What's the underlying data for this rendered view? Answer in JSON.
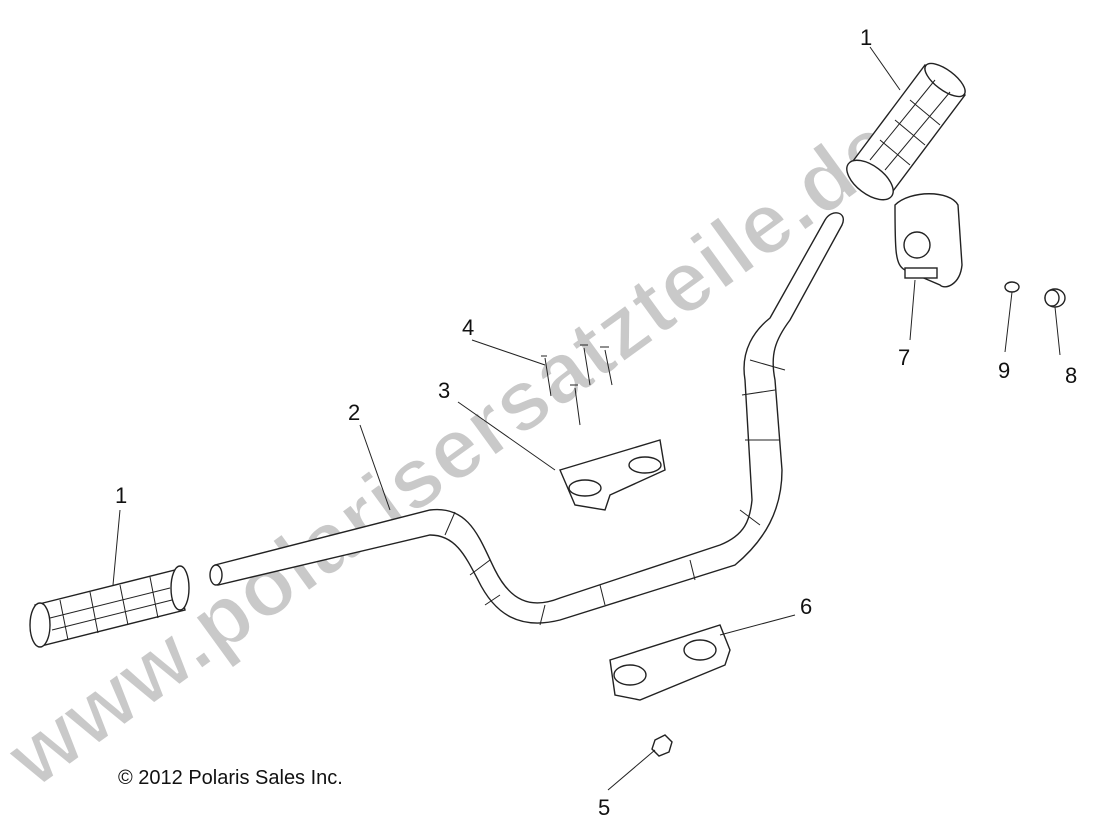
{
  "diagram": {
    "callouts": [
      {
        "id": "grip-left",
        "label": "1"
      },
      {
        "id": "grip-right",
        "label": "1"
      },
      {
        "id": "handlebar",
        "label": "2"
      },
      {
        "id": "upper-clamp",
        "label": "3"
      },
      {
        "id": "bolts",
        "label": "4"
      },
      {
        "id": "nut",
        "label": "5"
      },
      {
        "id": "lower-clamp",
        "label": "6"
      },
      {
        "id": "pad",
        "label": "7"
      },
      {
        "id": "plug",
        "label": "8"
      },
      {
        "id": "small-plug",
        "label": "9"
      }
    ],
    "watermark": "www.polarisersatzteile.de",
    "copyright": "© 2012 Polaris Sales Inc.",
    "colors": {
      "line": "#222222",
      "watermark": "#c9c9c9",
      "background": "#ffffff"
    }
  }
}
